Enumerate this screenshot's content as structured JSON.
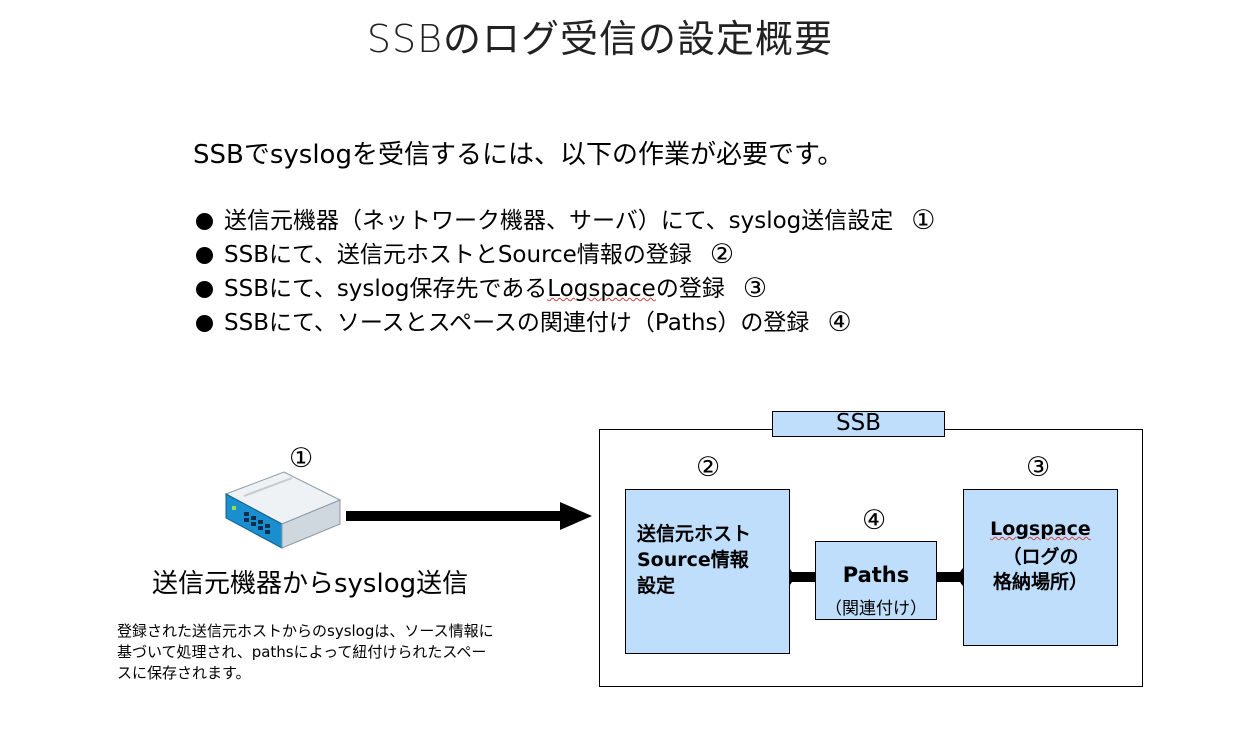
{
  "title": "SSBのログ受信の設定概要",
  "intro": "SSBでsyslogを受信するには、以下の作業が必要です。",
  "bullets": [
    {
      "text": "送信元機器（ネットワーク機器、サーバ）にて、syslog送信設定",
      "num": "①"
    },
    {
      "text": "SSBにて、送信元ホストとSource情報の登録",
      "num": "②"
    },
    {
      "text_before": "SSBにて、syslog保存先である",
      "text_wavy": "Logspace",
      "text_after": "の登録",
      "num": "③"
    },
    {
      "text": "SSBにて、ソースとスペースの関連付け（Paths）の登録",
      "num": "④"
    }
  ],
  "diagram": {
    "sender_num": "①",
    "sender_label": "送信元機器からsyslog送信",
    "note": [
      "登録された送信元ホストからのsyslogは、ソース情報に",
      "基づいて処理され、pathsによって紐付けられたスペー",
      "スに保存されます。"
    ],
    "ssb_label": "SSB",
    "source": {
      "num": "②",
      "lines": [
        "送信元ホスト",
        "Source情報",
        "設定"
      ]
    },
    "paths": {
      "num": "④",
      "title": "Paths",
      "sub": "（関連付け）"
    },
    "logspace": {
      "num": "③",
      "title": "Logspace",
      "sub_lines": [
        "（ログの",
        "格納場所）"
      ]
    }
  }
}
